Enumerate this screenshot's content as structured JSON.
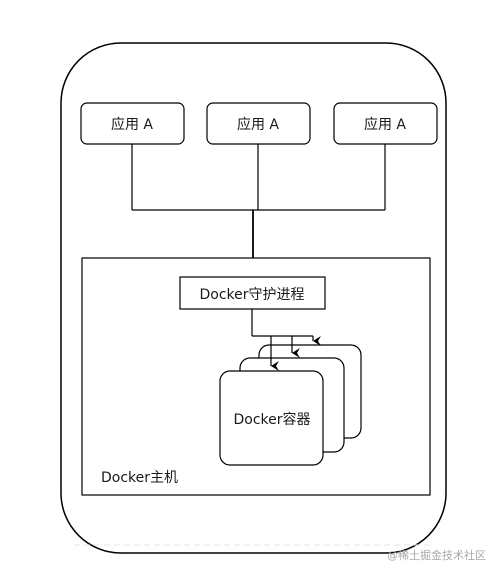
{
  "diagram": {
    "apps": [
      "应用 A",
      "应用 A",
      "应用 A"
    ],
    "daemon_label": "Docker守护进程",
    "container_label": "Docker容器",
    "host_label": "Docker主机"
  },
  "watermark": "@稀土掘金技术社区",
  "colors": {
    "stroke": "#000000",
    "fill": "#ffffff",
    "text": "#1a1a1a",
    "watermark": "#a9a9a9"
  }
}
